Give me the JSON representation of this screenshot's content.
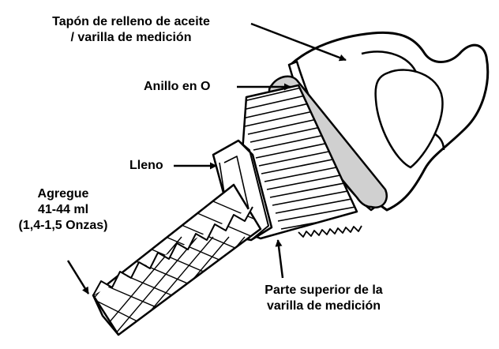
{
  "labels": {
    "fill_cap": [
      "Tapón de relleno de aceite",
      "/ varilla de medición"
    ],
    "o_ring": "Anillo en O",
    "full": "Lleno",
    "add": [
      "Agregue",
      "41-44 ml",
      "(1,4-1,5 Onzas)"
    ],
    "dipstick_top": [
      "Parte superior de la",
      "varilla de medición"
    ]
  },
  "colors": {
    "stroke": "#000000",
    "fill": "#ffffff",
    "o_ring": "#d0d0d0"
  }
}
